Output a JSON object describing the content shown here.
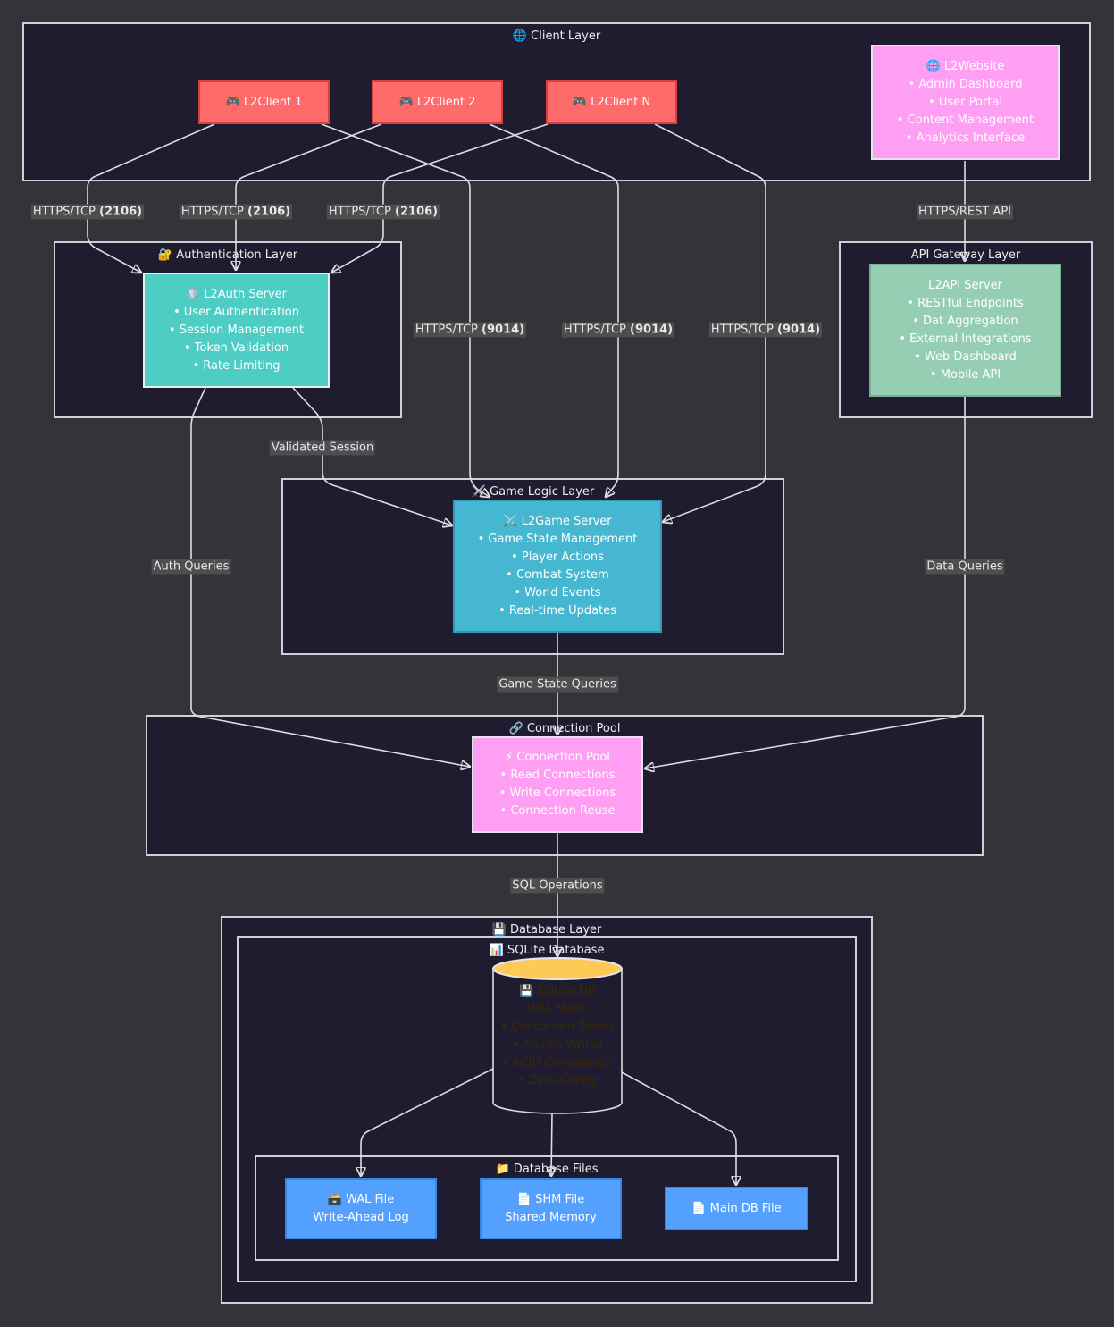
{
  "clusters": {
    "client": "🌐 Client Layer",
    "auth": "🔐 Authentication Layer",
    "api": "API Gateway Layer",
    "game": "⚔️ Game Logic Layer",
    "pool": "🔗 Connection Pool",
    "database": "💾 Database Layer",
    "sqlite": "📊 SQLite Database",
    "files": "📁 Database Files"
  },
  "nodes": {
    "client1": "🎮 L2Client 1",
    "client2": "🎮 L2Client 2",
    "clientn": "🎮 L2Client N",
    "website": [
      "🌐 L2Website",
      "• Admin Dashboard",
      "• User Portal",
      "• Content Management",
      "• Analytics Interface"
    ],
    "auth": [
      "🛡️ L2Auth Server",
      "• User Authentication",
      "• Session Management",
      "• Token Validation",
      "• Rate Limiting"
    ],
    "api": [
      "L2API Server",
      "• RESTful Endpoints",
      "• Dat Aggregation",
      "• External Integrations",
      "• Web Dashboard",
      "• Mobile API"
    ],
    "game": [
      "⚔️ L2Game Server",
      "• Game State Management",
      "• Player Actions",
      "• Combat System",
      "• World Events",
      "• Real-time Updates"
    ],
    "pool": [
      "⚡ Connection Pool",
      "• Read Connections",
      "• Write Connections",
      "• Connection Reuse"
    ],
    "db": [
      "💾 SQLite DB",
      "WAL Mode",
      "• Concurrent Reads",
      "• Atomic Writes",
      "• ACID Compliance",
      "• Zero-Config"
    ],
    "wal": [
      "🗃️ WAL File",
      "Write-Ahead Log"
    ],
    "shm": [
      "📄 SHM File",
      "Shared Memory"
    ],
    "main": "📄 Main DB File"
  },
  "edge_labels": {
    "auth_proto": "HTTPS/TCP",
    "auth_port": "(2106)",
    "game_proto": "HTTPS/TCP",
    "game_port": "(9014)",
    "rest": "HTTPS/REST API",
    "validated": "Validated Session",
    "auth_queries": "Auth Queries",
    "data_queries": "Data Queries",
    "game_state": "Game State Queries",
    "sql": "SQL Operations"
  },
  "colors": {
    "background": "#333339",
    "cluster_fill": "#1e1c2e",
    "client": "#ff6b6b",
    "website": "#ff9ff3",
    "auth": "#4ecdc4",
    "api": "#96ceb4",
    "game": "#45b7d1",
    "pool": "#ff9ff3",
    "db": "#feca57",
    "files": "#54a0ff"
  }
}
